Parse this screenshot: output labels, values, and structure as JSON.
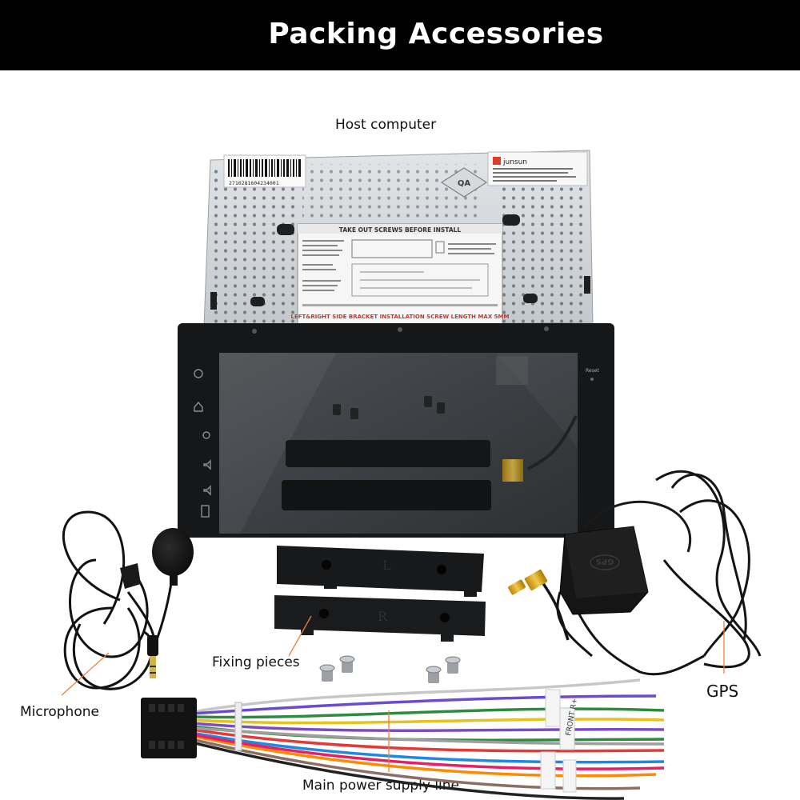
{
  "header": {
    "title": "Packing Accessories"
  },
  "labels": {
    "host": "Host computer",
    "fixing": "Fixing pieces",
    "microphone": "Microphone",
    "gps": "GPS",
    "power": "Main power supply line"
  },
  "host_unit": {
    "barcode_number": "2710281604234001",
    "brand": "junsun",
    "qa_badge": "QA",
    "sticker_top": "TAKE OUT SCREWS BEFORE INSTALL",
    "sticker_bottom": "LEFT&RIGHT SIDE BRACKET INSTALLATION SCREW LENGTH MAX 5MM",
    "reset_label": "Reset"
  },
  "gps_antenna": {
    "badge": "GPS"
  },
  "bracket_marks": [
    "L",
    "R"
  ],
  "wire_tags": [
    "FRONT R+"
  ],
  "colors": {
    "header_bg": "#000000",
    "leader_line": "#e8823c",
    "page_bg": "#ffffff"
  }
}
